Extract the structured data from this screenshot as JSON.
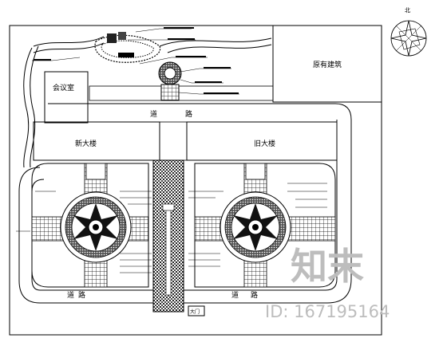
{
  "labels": {
    "existing_building": "原有建筑",
    "meeting_room": "会议室",
    "road_top": [
      "道",
      "路"
    ],
    "new_building": "新大楼",
    "old_building": "旧大楼",
    "road_bottom_left": [
      "道",
      "路"
    ],
    "road_bottom_right": [
      "道",
      "路"
    ],
    "gate": "大门"
  },
  "north_arrow": {
    "symbol": "北"
  },
  "watermark": {
    "brand": "知末",
    "id_text": "ID: 167195164"
  },
  "colors": {
    "line": "#000000",
    "watermark": "#bdbdbd"
  }
}
